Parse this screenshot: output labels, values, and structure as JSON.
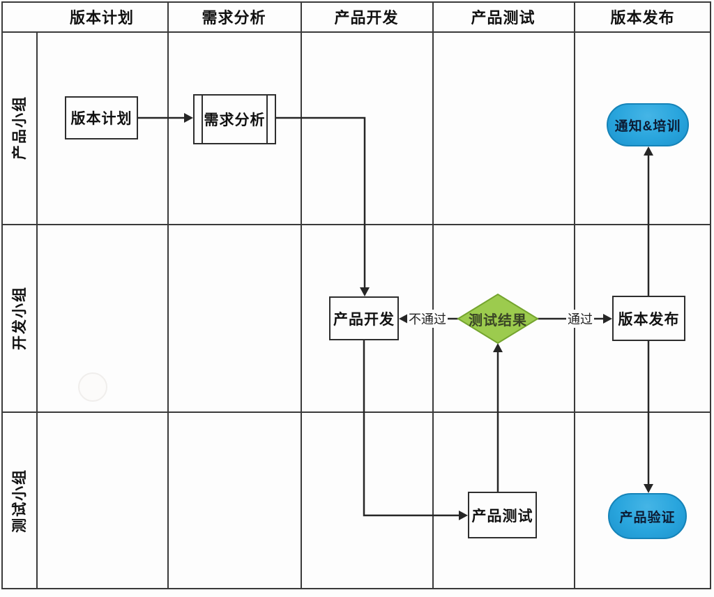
{
  "diagram": {
    "type": "swimlane-flowchart",
    "header": {
      "columns": [
        {
          "label": "版本计划"
        },
        {
          "label": "需求分析"
        },
        {
          "label": "产品开发"
        },
        {
          "label": "产品测试"
        },
        {
          "label": "版本发布"
        }
      ]
    },
    "lanes": [
      {
        "label": "产品小组"
      },
      {
        "label": "开发小组"
      },
      {
        "label": "测试小组"
      }
    ],
    "nodes": {
      "version_plan": {
        "label": "版本计划",
        "type": "process"
      },
      "requirement_analysis": {
        "label": "需求分析",
        "type": "subprocess"
      },
      "product_dev": {
        "label": "产品开发",
        "type": "process"
      },
      "test_result": {
        "label": "测试结果",
        "type": "decision"
      },
      "version_release": {
        "label": "版本发布",
        "type": "process"
      },
      "product_test": {
        "label": "产品测试",
        "type": "process"
      },
      "notify_training": {
        "label": "通知&培训",
        "type": "terminator"
      },
      "product_verify": {
        "label": "产品验证",
        "type": "terminator"
      }
    },
    "edges": [
      {
        "from": "version_plan",
        "to": "requirement_analysis",
        "label": ""
      },
      {
        "from": "requirement_analysis",
        "to": "product_dev",
        "label": ""
      },
      {
        "from": "product_dev",
        "to": "product_test",
        "label": ""
      },
      {
        "from": "product_test",
        "to": "test_result",
        "label": ""
      },
      {
        "from": "test_result",
        "to": "product_dev",
        "label": "不通过"
      },
      {
        "from": "test_result",
        "to": "version_release",
        "label": "通过"
      },
      {
        "from": "version_release",
        "to": "notify_training",
        "label": ""
      },
      {
        "from": "version_release",
        "to": "product_verify",
        "label": ""
      }
    ],
    "edge_labels": {
      "fail": "不通过",
      "pass": "通过"
    },
    "colors": {
      "terminator_fill": "#29A5DD",
      "terminator_border": "#1583B8",
      "terminator_text": "#0c1b33",
      "decision_fill": "#9CCB4E",
      "decision_border": "#74A42E",
      "line": "#262626"
    }
  }
}
